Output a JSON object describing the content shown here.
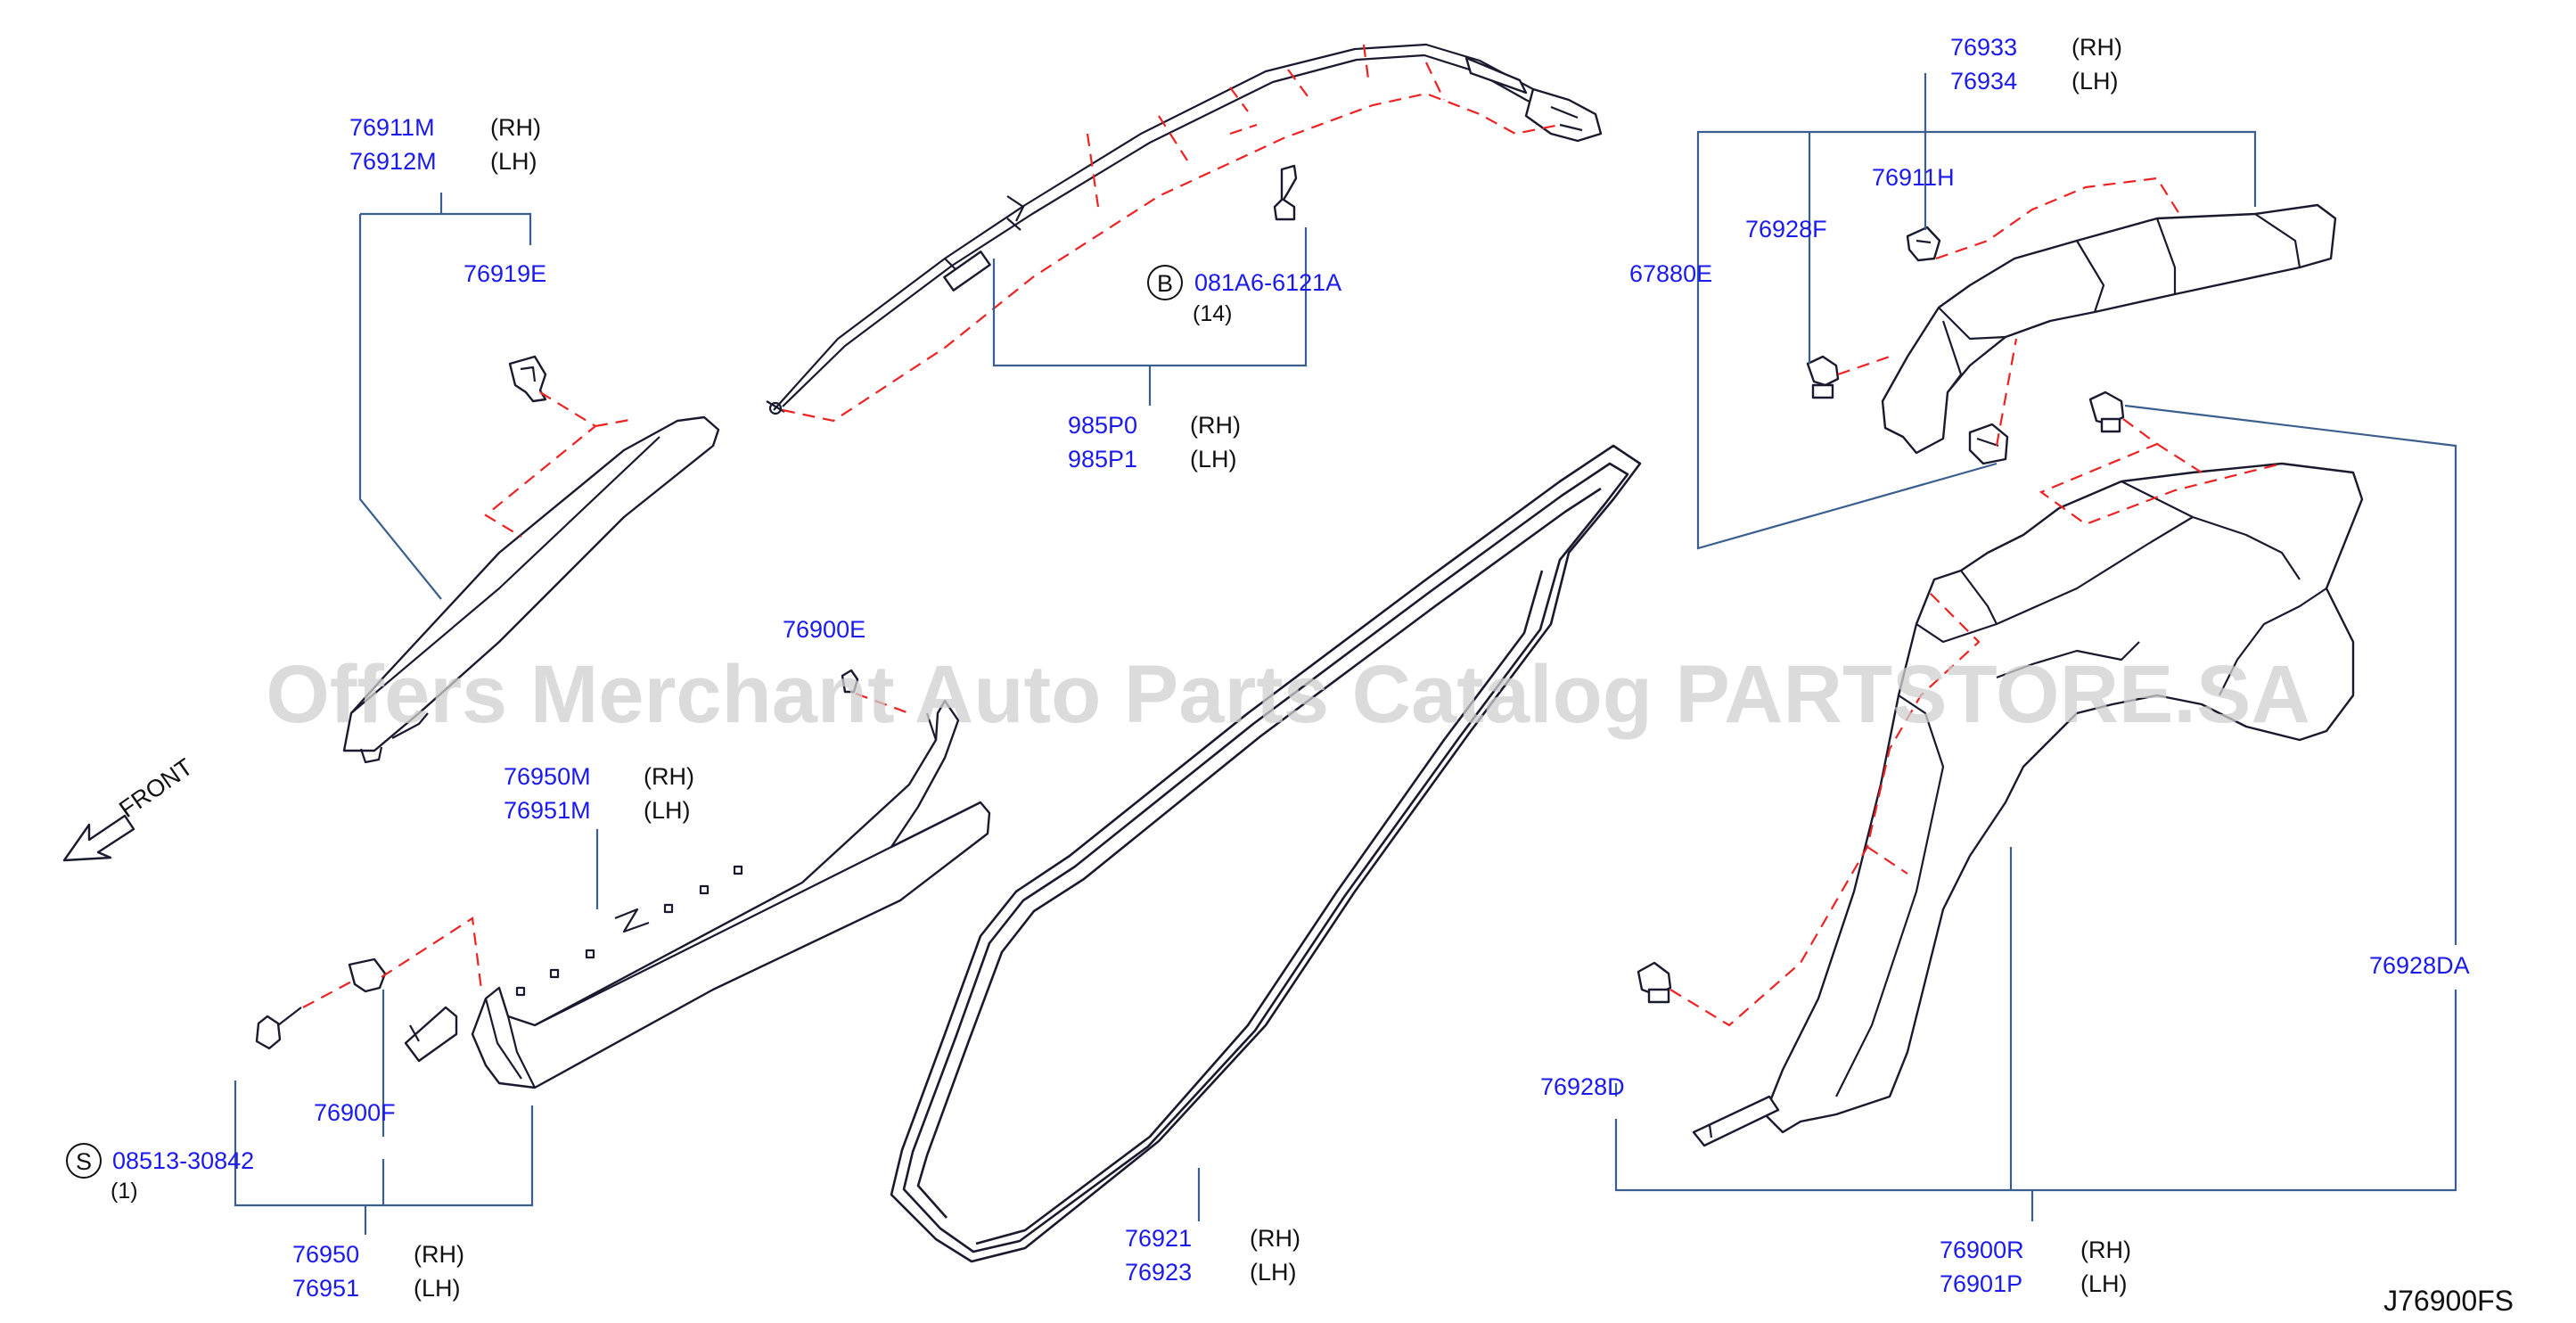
{
  "watermark": "Offers Merchant Auto Parts Catalog PARTSTORE.SA",
  "diagram_code": "J76900FS",
  "front_label": "FRONT",
  "callouts": {
    "garnish_a_pillar": {
      "rh": "76911M",
      "lh": "76912M",
      "rh_side": "(RH)",
      "lh_side": "(LH)"
    },
    "clip_76919e": {
      "part": "76919E"
    },
    "curtain_airbag": {
      "rh": "985P0",
      "lh": "985P1",
      "rh_side": "(RH)",
      "lh_side": "(LH)"
    },
    "bolt_b": {
      "badge": "B",
      "part": "081A6-6121A",
      "qty": "(14)"
    },
    "clip_76900e": {
      "part": "76900E"
    },
    "plate_kicking": {
      "rh": "76950M",
      "lh": "76951M",
      "rh_side": "(RH)",
      "lh_side": "(LH)"
    },
    "clip_76900f": {
      "part": "76900F"
    },
    "screw_s": {
      "badge": "S",
      "part": "08513-30842",
      "qty": "(1)"
    },
    "kicking_plate_assy": {
      "rh": "76950",
      "lh": "76951",
      "rh_side": "(RH)",
      "lh_side": "(LH)"
    },
    "welt_body_side": {
      "rh": "76921",
      "lh": "76923",
      "rh_side": "(RH)",
      "lh_side": "(LH)"
    },
    "garnish_rear_pillar": {
      "rh": "76933",
      "lh": "76934",
      "rh_side": "(RH)",
      "lh_side": "(LH)"
    },
    "clip_76911h": {
      "part": "76911H"
    },
    "clip_76928f": {
      "part": "76928F"
    },
    "clip_67880e": {
      "part": "67880E"
    },
    "clip_76928da": {
      "part": "76928DA"
    },
    "clip_76928d": {
      "part": "76928D"
    },
    "finisher_rear_side": {
      "rh": "76900R",
      "lh": "76901P",
      "rh_side": "(RH)",
      "lh_side": "(LH)"
    }
  }
}
